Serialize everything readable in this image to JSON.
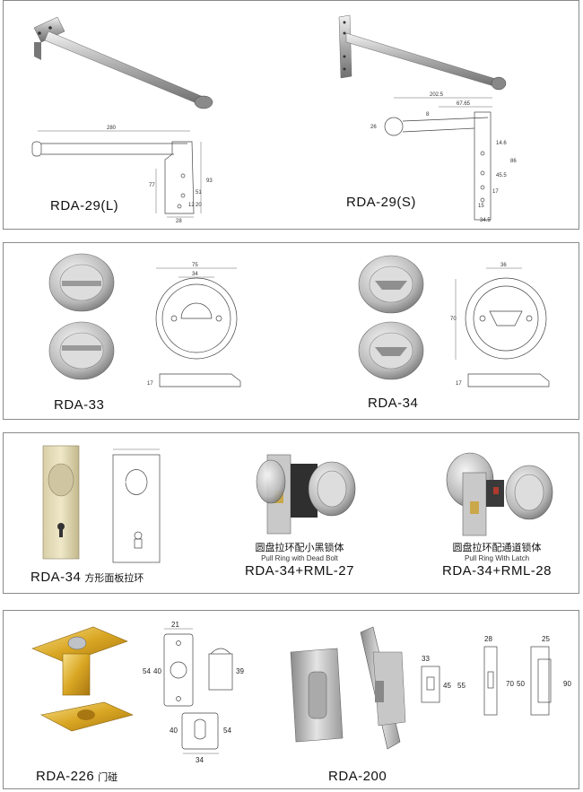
{
  "panel1": {
    "label_left": "RDA-29(L)",
    "label_right": "RDA-29(S)",
    "dims_left": {
      "d1": "280",
      "d2": "77",
      "d3": "93",
      "d4": "51",
      "d5": "20",
      "d6": "12",
      "d7": "28"
    },
    "dims_right": {
      "d1": "202.5",
      "d2": "67.65",
      "d3": "26",
      "d4": "8",
      "d5": "14.6",
      "d6": "86",
      "d7": "45.5",
      "d8": "17",
      "d9": "15",
      "d10": "34.5"
    }
  },
  "panel2": {
    "label_left": "RDA-33",
    "label_right": "RDA-34",
    "dims_left": {
      "d1": "75",
      "d2": "34",
      "d3": "17"
    },
    "dims_right": {
      "d1": "36",
      "d2": "70",
      "d3": "17"
    }
  },
  "panel3": {
    "item1": {
      "model": "RDA-34",
      "cn": "方形面板拉环"
    },
    "item2": {
      "cn": "圆盘拉环配小黑锁体",
      "en": "Pull Ring with Dead Bolt",
      "model": "RDA-34+RML-27"
    },
    "item3": {
      "cn": "圆盘拉环配通道锁体",
      "en": "Pull Ring With Latch",
      "model": "RDA-34+RML-28"
    }
  },
  "panel4": {
    "item1": {
      "model": "RDA-226",
      "cn": "门碰"
    },
    "item2": {
      "model": "RDA-200"
    },
    "dims_226": {
      "w": "21",
      "h1": "54",
      "h2": "40",
      "h3": "39",
      "h4": "40",
      "h5": "54",
      "w2": "34"
    },
    "dims_200": {
      "a": "33",
      "b": "45",
      "c": "55",
      "d": "28",
      "e": "70",
      "f": "50",
      "g": "25",
      "h": "90"
    }
  }
}
